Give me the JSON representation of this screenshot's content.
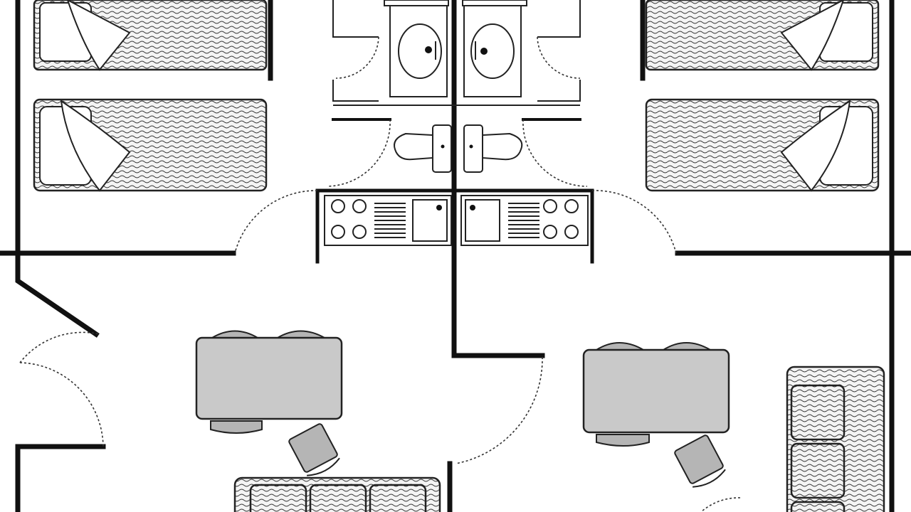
{
  "plan": {
    "colors": {
      "wall": "#111111",
      "table": "#c9c9c9",
      "chair": "#b5b5b5",
      "fixture": "#ffffff",
      "background": "#ffffff"
    },
    "units": [
      {
        "id": "left-unit",
        "rooms": [
          "bedroom",
          "bathroom",
          "kitchenette",
          "living-dining"
        ]
      },
      {
        "id": "right-unit",
        "rooms": [
          "bedroom",
          "bathroom",
          "kitchenette",
          "living-dining"
        ]
      }
    ],
    "furniture_counts": {
      "single_beds": 4,
      "washbasins": 2,
      "toilets": 2,
      "kitchen_counters": 2,
      "dining_tables": 2,
      "sofas": 2
    }
  }
}
